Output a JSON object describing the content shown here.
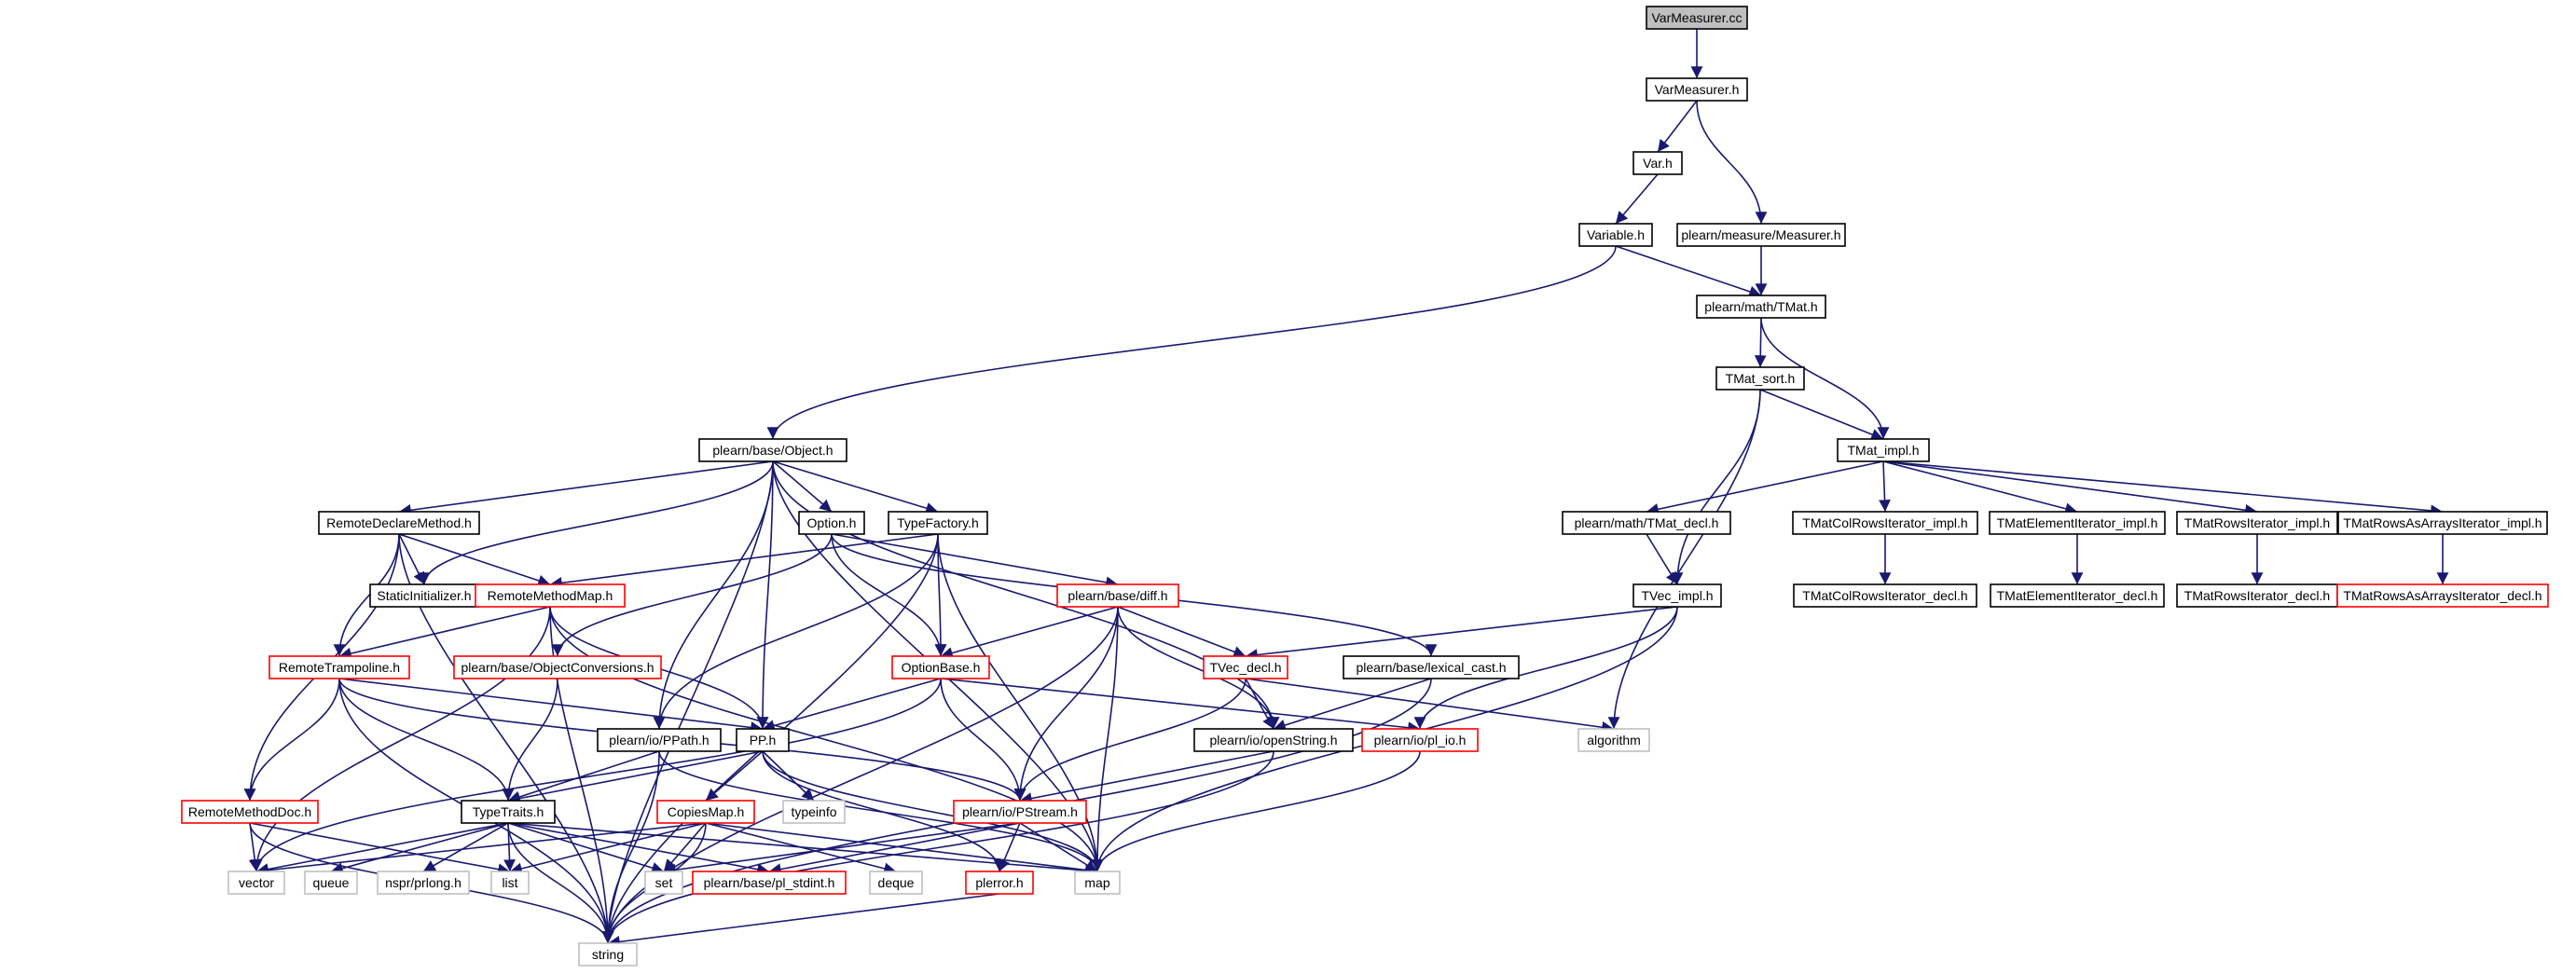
{
  "colors": {
    "edge": "#191970",
    "root_fill": "#bfbfbf",
    "normal_border": "#000000",
    "truncated_border": "#ff0000",
    "external_border": "#bfbfbf",
    "text": "#000000"
  },
  "nodes": [
    {
      "id": "root",
      "label": "VarMeasurer.cc",
      "kind": "root"
    },
    {
      "id": "varmeasurer_h",
      "label": "VarMeasurer.h",
      "kind": "normal"
    },
    {
      "id": "var_h",
      "label": "Var.h",
      "kind": "normal"
    },
    {
      "id": "measurer_h",
      "label": "plearn/measure/Measurer.h",
      "kind": "normal"
    },
    {
      "id": "variable_h",
      "label": "Variable.h",
      "kind": "normal"
    },
    {
      "id": "tmat_h",
      "label": "plearn/math/TMat.h",
      "kind": "normal"
    },
    {
      "id": "tmat_sort_h",
      "label": "TMat_sort.h",
      "kind": "normal"
    },
    {
      "id": "tmat_impl_h",
      "label": "TMat_impl.h",
      "kind": "normal"
    },
    {
      "id": "object_h",
      "label": "plearn/base/Object.h",
      "kind": "normal"
    },
    {
      "id": "rdm_h",
      "label": "RemoteDeclareMethod.h",
      "kind": "normal"
    },
    {
      "id": "option_h",
      "label": "Option.h",
      "kind": "normal"
    },
    {
      "id": "typefactory_h",
      "label": "TypeFactory.h",
      "kind": "normal"
    },
    {
      "id": "tmat_decl_h",
      "label": "plearn/math/TMat_decl.h",
      "kind": "normal"
    },
    {
      "id": "colrows_impl",
      "label": "TMatColRowsIterator_impl.h",
      "kind": "normal"
    },
    {
      "id": "elem_impl",
      "label": "TMatElementIterator_impl.h",
      "kind": "normal"
    },
    {
      "id": "rows_impl",
      "label": "TMatRowsIterator_impl.h",
      "kind": "normal"
    },
    {
      "id": "rowsarr_impl",
      "label": "TMatRowsAsArraysIterator_impl.h",
      "kind": "normal"
    },
    {
      "id": "staticinit_h",
      "label": "StaticInitializer.h",
      "kind": "normal"
    },
    {
      "id": "rmm_h",
      "label": "RemoteMethodMap.h",
      "kind": "truncated"
    },
    {
      "id": "diff_h",
      "label": "plearn/base/diff.h",
      "kind": "truncated"
    },
    {
      "id": "tvec_impl_h",
      "label": "TVec_impl.h",
      "kind": "normal"
    },
    {
      "id": "colrows_decl",
      "label": "TMatColRowsIterator_decl.h",
      "kind": "normal"
    },
    {
      "id": "elem_decl",
      "label": "TMatElementIterator_decl.h",
      "kind": "normal"
    },
    {
      "id": "rows_decl",
      "label": "TMatRowsIterator_decl.h",
      "kind": "normal"
    },
    {
      "id": "rowsarr_decl",
      "label": "TMatRowsAsArraysIterator_decl.h",
      "kind": "truncated"
    },
    {
      "id": "rtramp_h",
      "label": "RemoteTrampoline.h",
      "kind": "truncated"
    },
    {
      "id": "objconv_h",
      "label": "plearn/base/ObjectConversions.h",
      "kind": "truncated"
    },
    {
      "id": "optionbase_h",
      "label": "OptionBase.h",
      "kind": "truncated"
    },
    {
      "id": "tvec_decl_h",
      "label": "TVec_decl.h",
      "kind": "truncated"
    },
    {
      "id": "lexcast_h",
      "label": "plearn/base/lexical_cast.h",
      "kind": "normal"
    },
    {
      "id": "ppath_h",
      "label": "plearn/io/PPath.h",
      "kind": "normal"
    },
    {
      "id": "pp_h",
      "label": "PP.h",
      "kind": "normal"
    },
    {
      "id": "openstring_h",
      "label": "plearn/io/openString.h",
      "kind": "normal"
    },
    {
      "id": "plio_h",
      "label": "plearn/io/pl_io.h",
      "kind": "truncated"
    },
    {
      "id": "algorithm",
      "label": "algorithm",
      "kind": "external"
    },
    {
      "id": "rmdoc_h",
      "label": "RemoteMethodDoc.h",
      "kind": "truncated"
    },
    {
      "id": "typetraits_h",
      "label": "TypeTraits.h",
      "kind": "normal"
    },
    {
      "id": "typeinfo",
      "label": "typeinfo",
      "kind": "external"
    },
    {
      "id": "copiesmap_h",
      "label": "CopiesMap.h",
      "kind": "truncated"
    },
    {
      "id": "pstream_h",
      "label": "plearn/io/PStream.h",
      "kind": "truncated"
    },
    {
      "id": "vector",
      "label": "vector",
      "kind": "external"
    },
    {
      "id": "queue",
      "label": "queue",
      "kind": "external"
    },
    {
      "id": "prlong",
      "label": "nspr/prlong.h",
      "kind": "external"
    },
    {
      "id": "list",
      "label": "list",
      "kind": "external"
    },
    {
      "id": "set",
      "label": "set",
      "kind": "external"
    },
    {
      "id": "stdint_h",
      "label": "plearn/base/pl_stdint.h",
      "kind": "truncated"
    },
    {
      "id": "deque",
      "label": "deque",
      "kind": "external"
    },
    {
      "id": "plerror_h",
      "label": "plerror.h",
      "kind": "truncated"
    },
    {
      "id": "map",
      "label": "map",
      "kind": "external"
    },
    {
      "id": "string",
      "label": "string",
      "kind": "external"
    }
  ],
  "edges": [
    [
      "root",
      "varmeasurer_h"
    ],
    [
      "varmeasurer_h",
      "var_h"
    ],
    [
      "varmeasurer_h",
      "measurer_h"
    ],
    [
      "var_h",
      "variable_h"
    ],
    [
      "variable_h",
      "object_h"
    ],
    [
      "variable_h",
      "tmat_h"
    ],
    [
      "measurer_h",
      "tmat_h"
    ],
    [
      "tmat_h",
      "tmat_sort_h"
    ],
    [
      "tmat_h",
      "tmat_impl_h"
    ],
    [
      "tmat_sort_h",
      "tmat_impl_h"
    ],
    [
      "tmat_sort_h",
      "tvec_impl_h"
    ],
    [
      "tmat_sort_h",
      "algorithm"
    ],
    [
      "tmat_impl_h",
      "tmat_decl_h"
    ],
    [
      "tmat_impl_h",
      "colrows_impl"
    ],
    [
      "tmat_impl_h",
      "elem_impl"
    ],
    [
      "tmat_impl_h",
      "rows_impl"
    ],
    [
      "tmat_impl_h",
      "rowsarr_impl"
    ],
    [
      "colrows_impl",
      "colrows_decl"
    ],
    [
      "elem_impl",
      "elem_decl"
    ],
    [
      "rows_impl",
      "rows_decl"
    ],
    [
      "rowsarr_impl",
      "rowsarr_decl"
    ],
    [
      "tmat_decl_h",
      "tvec_impl_h"
    ],
    [
      "tvec_impl_h",
      "tvec_decl_h"
    ],
    [
      "tvec_impl_h",
      "plio_h"
    ],
    [
      "tvec_impl_h",
      "map"
    ],
    [
      "object_h",
      "rdm_h"
    ],
    [
      "object_h",
      "option_h"
    ],
    [
      "object_h",
      "typefactory_h"
    ],
    [
      "object_h",
      "staticinit_h"
    ],
    [
      "object_h",
      "ppath_h"
    ],
    [
      "object_h",
      "pp_h"
    ],
    [
      "object_h",
      "openstring_h"
    ],
    [
      "object_h",
      "map"
    ],
    [
      "object_h",
      "string"
    ],
    [
      "rdm_h",
      "staticinit_h"
    ],
    [
      "rdm_h",
      "rmm_h"
    ],
    [
      "rdm_h",
      "rtramp_h"
    ],
    [
      "rdm_h",
      "rmdoc_h"
    ],
    [
      "rdm_h",
      "string"
    ],
    [
      "option_h",
      "objconv_h"
    ],
    [
      "option_h",
      "optionbase_h"
    ],
    [
      "option_h",
      "diff_h"
    ],
    [
      "option_h",
      "lexcast_h"
    ],
    [
      "typefactory_h",
      "rmm_h"
    ],
    [
      "typefactory_h",
      "optionbase_h"
    ],
    [
      "typefactory_h",
      "ppath_h"
    ],
    [
      "typefactory_h",
      "map"
    ],
    [
      "typefactory_h",
      "string"
    ],
    [
      "rmm_h",
      "rtramp_h"
    ],
    [
      "rmm_h",
      "pp_h"
    ],
    [
      "rmm_h",
      "vector"
    ],
    [
      "rmm_h",
      "map"
    ],
    [
      "rmm_h",
      "string"
    ],
    [
      "diff_h",
      "optionbase_h"
    ],
    [
      "diff_h",
      "tvec_decl_h"
    ],
    [
      "diff_h",
      "openstring_h"
    ],
    [
      "diff_h",
      "pstream_h"
    ],
    [
      "diff_h",
      "map"
    ],
    [
      "diff_h",
      "string"
    ],
    [
      "rtramp_h",
      "pp_h"
    ],
    [
      "rtramp_h",
      "rmdoc_h"
    ],
    [
      "rtramp_h",
      "typetraits_h"
    ],
    [
      "rtramp_h",
      "pstream_h"
    ],
    [
      "rtramp_h",
      "string"
    ],
    [
      "objconv_h",
      "typetraits_h"
    ],
    [
      "optionbase_h",
      "pp_h"
    ],
    [
      "optionbase_h",
      "plio_h"
    ],
    [
      "optionbase_h",
      "pstream_h"
    ],
    [
      "optionbase_h",
      "vector"
    ],
    [
      "tvec_decl_h",
      "openstring_h"
    ],
    [
      "tvec_decl_h",
      "pstream_h"
    ],
    [
      "tvec_decl_h",
      "algorithm"
    ],
    [
      "lexcast_h",
      "openstring_h"
    ],
    [
      "lexcast_h",
      "string"
    ],
    [
      "ppath_h",
      "typetraits_h"
    ],
    [
      "ppath_h",
      "map"
    ],
    [
      "ppath_h",
      "string"
    ],
    [
      "pp_h",
      "typetraits_h"
    ],
    [
      "pp_h",
      "copiesmap_h"
    ],
    [
      "pp_h",
      "typeinfo"
    ],
    [
      "pp_h",
      "plerror_h"
    ],
    [
      "pp_h",
      "map"
    ],
    [
      "openstring_h",
      "pstream_h"
    ],
    [
      "openstring_h",
      "string"
    ],
    [
      "plio_h",
      "map"
    ],
    [
      "rmdoc_h",
      "vector"
    ],
    [
      "rmdoc_h",
      "list"
    ],
    [
      "rmdoc_h",
      "string"
    ],
    [
      "typetraits_h",
      "vector"
    ],
    [
      "typetraits_h",
      "queue"
    ],
    [
      "typetraits_h",
      "prlong"
    ],
    [
      "typetraits_h",
      "list"
    ],
    [
      "typetraits_h",
      "set"
    ],
    [
      "typetraits_h",
      "stdint_h"
    ],
    [
      "typetraits_h",
      "map"
    ],
    [
      "typetraits_h",
      "string"
    ],
    [
      "copiesmap_h",
      "vector"
    ],
    [
      "copiesmap_h",
      "list"
    ],
    [
      "copiesmap_h",
      "set"
    ],
    [
      "copiesmap_h",
      "deque"
    ],
    [
      "copiesmap_h",
      "map"
    ],
    [
      "copiesmap_h",
      "string"
    ],
    [
      "pstream_h",
      "set"
    ],
    [
      "pstream_h",
      "stdint_h"
    ],
    [
      "pstream_h",
      "plerror_h"
    ],
    [
      "pstream_h",
      "map"
    ],
    [
      "plerror_h",
      "string"
    ]
  ]
}
